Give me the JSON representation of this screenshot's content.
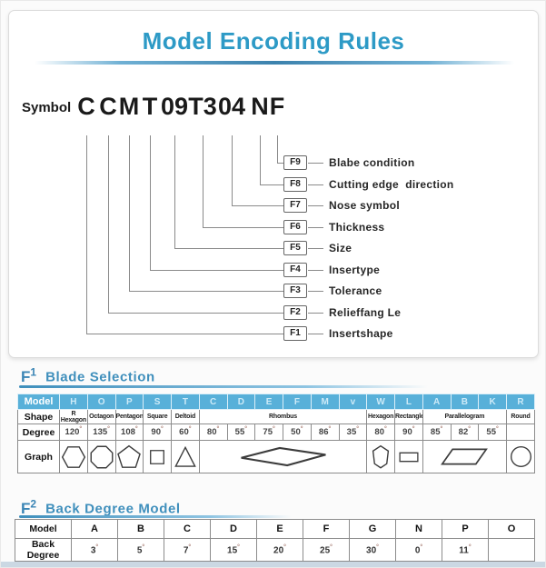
{
  "page": {
    "title": "Model Encoding Rules",
    "accent_blue": "#2d9ac6",
    "heading_blue": "#3f8fbc",
    "table_header_blue": "#58b0d9",
    "bottom_bar_color": "#cbd8e3"
  },
  "encoding": {
    "symbol_label": "Symbol",
    "symbols": [
      "C",
      "C",
      "M",
      "T",
      "09",
      "T3",
      "04",
      "N",
      "F"
    ],
    "fields": [
      {
        "code": "F1",
        "label": "Insertshape"
      },
      {
        "code": "F2",
        "label": "Relieffang Le"
      },
      {
        "code": "F3",
        "label": "Tolerance"
      },
      {
        "code": "F4",
        "label": "Insertype"
      },
      {
        "code": "F5",
        "label": "Size"
      },
      {
        "code": "F6",
        "label": "Thickness"
      },
      {
        "code": "F7",
        "label": "Nose symbol"
      },
      {
        "code": "F8",
        "label": "Cutting edge  direction"
      },
      {
        "code": "F9",
        "label": "Blabe condition"
      }
    ]
  },
  "f1_section": {
    "code": "F1",
    "title": "Blade Selection",
    "table": {
      "row_labels": [
        "Model",
        "Shape",
        "Degree",
        "Graph"
      ],
      "models": [
        "H",
        "O",
        "P",
        "S",
        "T",
        "C",
        "D",
        "E",
        "F",
        "M",
        "v",
        "W",
        "L",
        "A",
        "B",
        "K",
        "R"
      ],
      "shapes": [
        {
          "name": "R Hexagon",
          "span": 1
        },
        {
          "name": "Octagon",
          "span": 1
        },
        {
          "name": "Pentagon",
          "span": 1
        },
        {
          "name": "Square",
          "span": 1
        },
        {
          "name": "Deltoid",
          "span": 1
        },
        {
          "name": "Rhombus",
          "span": 6
        },
        {
          "name": "Hexagon",
          "span": 1
        },
        {
          "name": "Rectangle",
          "span": 1
        },
        {
          "name": "Parallelogram",
          "span": 3
        },
        {
          "name": "Round",
          "span": 1
        }
      ],
      "degrees": [
        "120°",
        "135°",
        "108°",
        "90°",
        "60°",
        "80°",
        "55°",
        "75°",
        "50°",
        "86°",
        "35°",
        "80°",
        "90°",
        "85°",
        "82°",
        "55°",
        ""
      ],
      "graphs": [
        {
          "shape": "hexagon",
          "span": 1
        },
        {
          "shape": "octagon",
          "span": 1
        },
        {
          "shape": "pentagon",
          "span": 1
        },
        {
          "shape": "square",
          "span": 1
        },
        {
          "shape": "triangle",
          "span": 1
        },
        {
          "shape": "rhombus",
          "span": 6
        },
        {
          "shape": "trigon",
          "span": 1
        },
        {
          "shape": "rectangle",
          "span": 1
        },
        {
          "shape": "parallelogram",
          "span": 3
        },
        {
          "shape": "circle",
          "span": 1
        }
      ]
    }
  },
  "f2_section": {
    "code": "F2",
    "title": "Back Degree Model",
    "table": {
      "model_label": "Model",
      "back_degree_label": "Back Degree",
      "models": [
        "A",
        "B",
        "C",
        "D",
        "E",
        "F",
        "G",
        "N",
        "P",
        "O"
      ],
      "degrees": [
        "3°",
        "5°",
        "7°",
        "15°",
        "20°",
        "25°",
        "30°",
        "0°",
        "11°",
        ""
      ]
    }
  }
}
